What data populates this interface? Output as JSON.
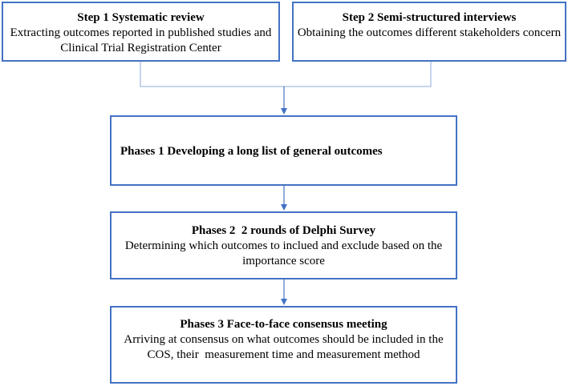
{
  "step1": {
    "title": "Step 1 Systematic review",
    "desc": "Extracting outcomes reported in published studies and Clinical Trial Registration Center"
  },
  "step2": {
    "title": "Step 2 Semi-structured interviews",
    "desc": "Obtaining the outcomes different stakeholders concern"
  },
  "phase1": {
    "title": "Phases 1 Developing a long list of general outcomes"
  },
  "phase2": {
    "title": "Phases 2  2 rounds of Delphi Survey",
    "desc": "Determining which outcomes to inclued and exclude based on the importance score"
  },
  "phase3": {
    "title": "Phases 3 Face-to-face consensus meeting",
    "desc": "Arriving at consensus on what outcomes should be included in the COS, their  measurement time and measurement method"
  },
  "colors": {
    "box_border": "#4472c4",
    "bracket_line": "#b4c7e7",
    "arrow": "#4472c4"
  }
}
